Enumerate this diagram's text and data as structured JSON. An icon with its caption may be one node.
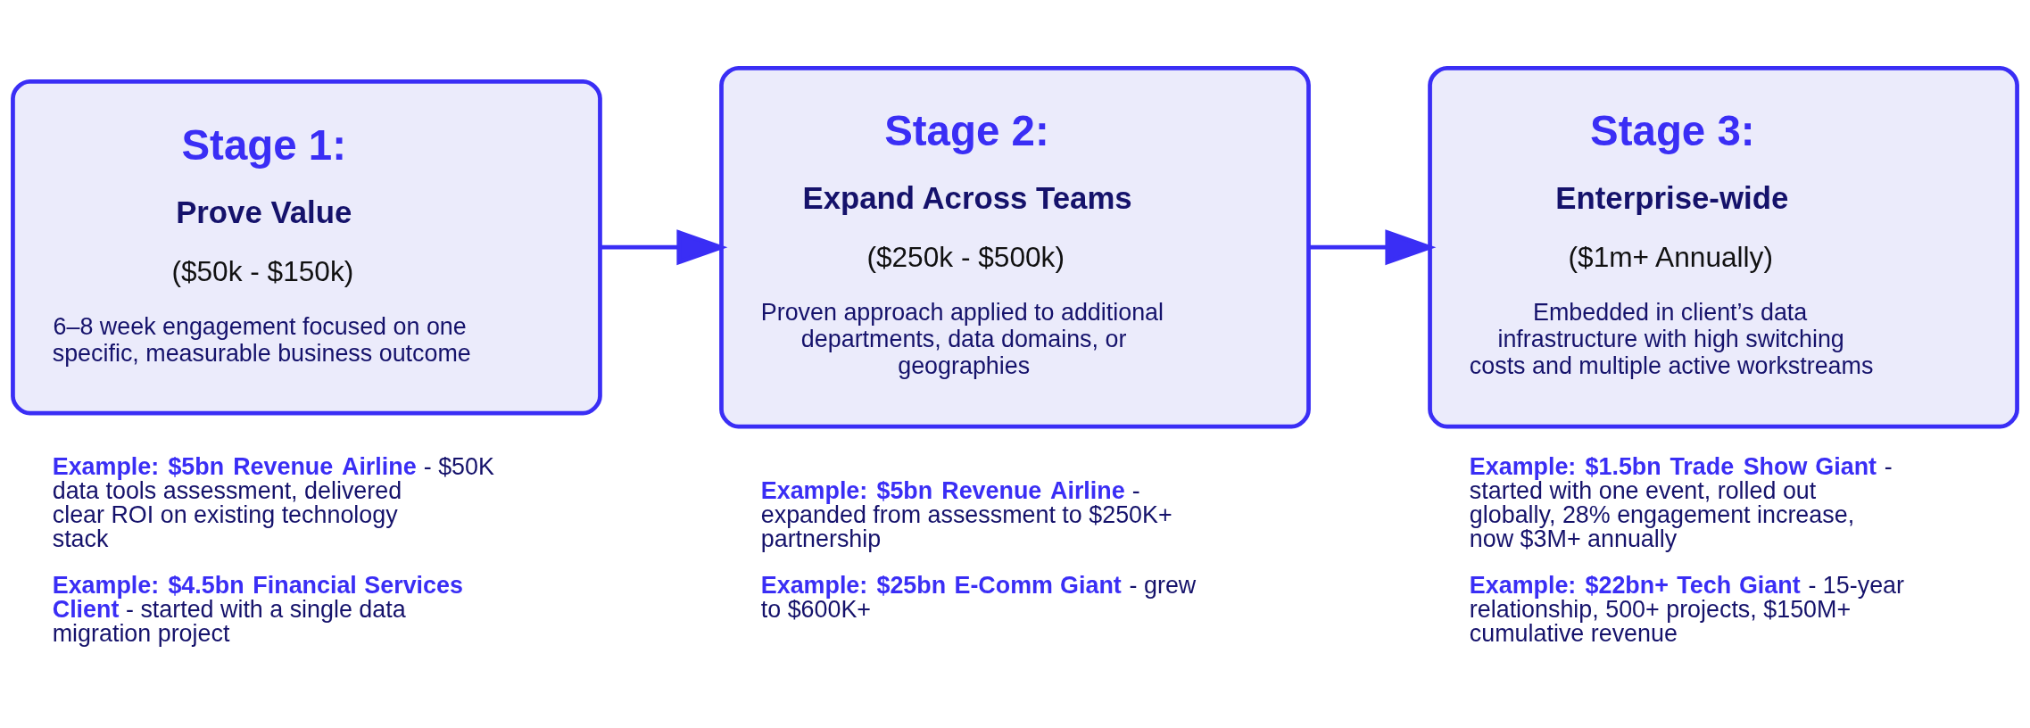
{
  "diagram": {
    "nodes": [
      {
        "text": [
          "Stage 1:",
          "Prove Value",
          "($50k - $150k)",
          "6–8 week engagement focused on one specific, measurable business outcome"
        ],
        "beside": [
          "**Example: $5bn Revenue Airline** - $50K data tools assessment, delivered clear ROI on existing technology stack",
          "**Example: $4.5bn Financial Services Client** - started with a single data migration project"
        ]
      },
      {
        "text": [
          "Stage 2:",
          "Expand Across Teams",
          "($250k - $500k)",
          "Proven approach applied to additional departments, data domains, or geographies"
        ],
        "beside": [
          "**Example: $5bn Revenue Airline** - expanded from assessment to $250K+ partnership",
          "**Example: $25bn E-Comm Giant** - grew to $600K+"
        ]
      },
      {
        "text": [
          "Stage 3:",
          "Enterprise-wide",
          "($1m+ Annually)",
          "Embedded in client’s data infrastructure with high switching costs and multiple active workstreams"
        ],
        "beside": [
          "**Example: $1.5bn Trade Show Giant**- started with one event, rolled out globally, 28% engagement increase, now $3M+ annually",
          "**Example: $22bn+ Tech Giant** - 15-year relationship, 500+ projects, $150M+ cumulative revenue"
        ]
      }
    ],
    "edges": [
      {
        "from": 0,
        "to": 1,
        "arrow": "to"
      },
      {
        "from": 1,
        "to": 2,
        "arrow": "to"
      }
    ]
  }
}
